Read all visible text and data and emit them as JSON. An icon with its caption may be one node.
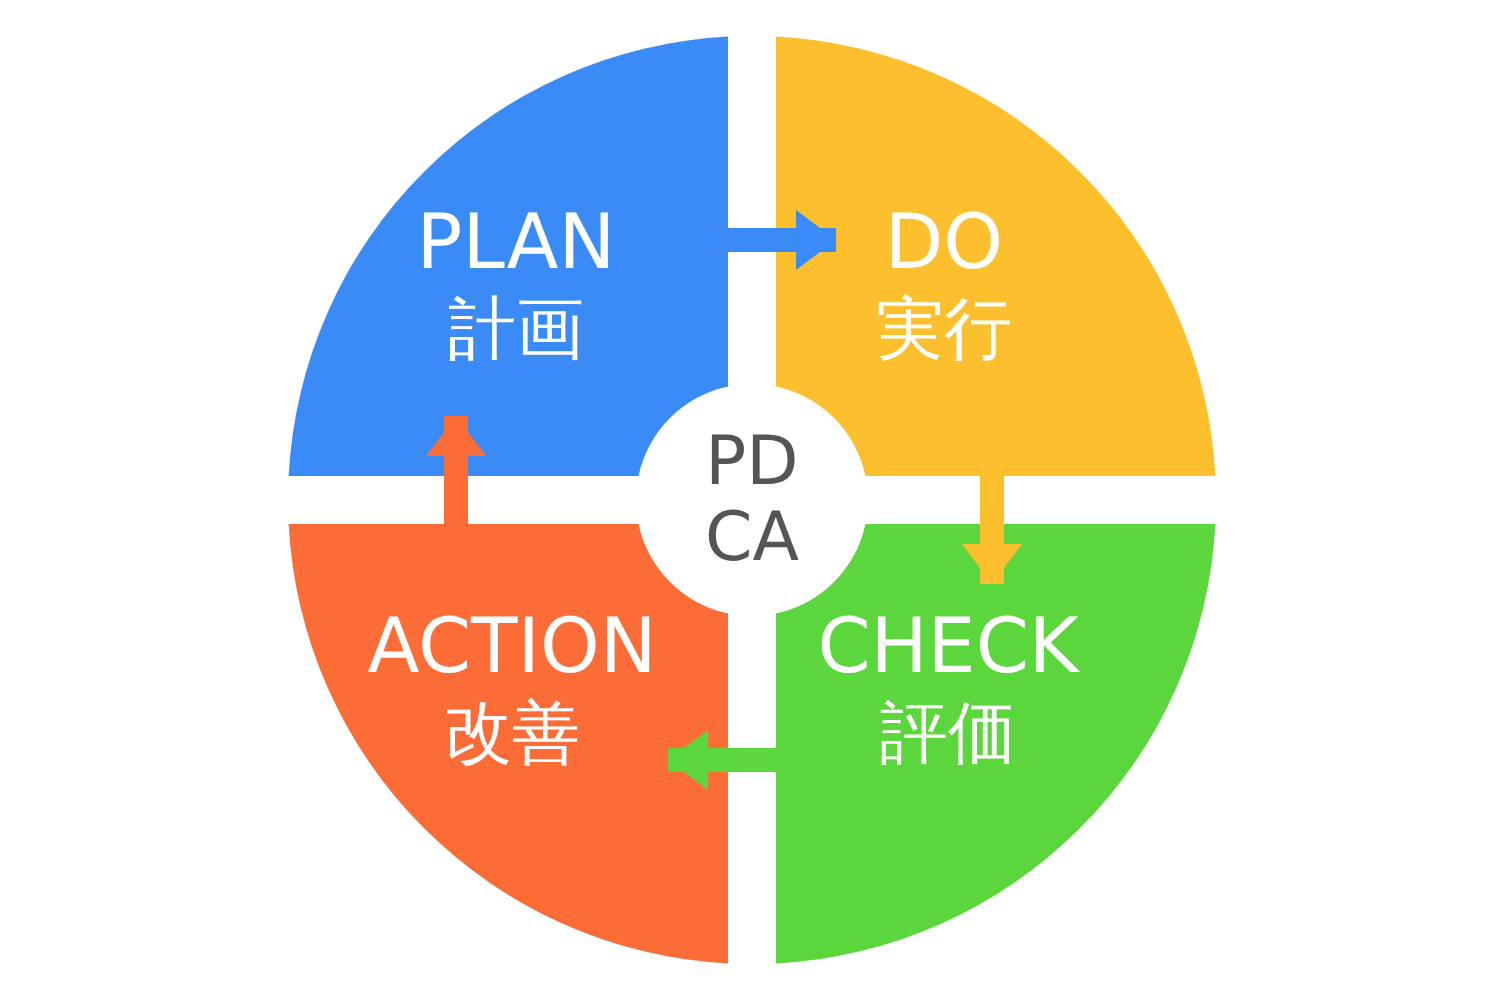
{
  "diagram": {
    "nodes": [
      {
        "text": [
          "PLAN",
          "計画"
        ]
      },
      {
        "text": [
          "DO",
          "実行"
        ]
      },
      {
        "text": [
          "CHECK",
          "評価"
        ]
      },
      {
        "text": [
          "ACTION",
          "改善"
        ]
      },
      {
        "text": [
          "PD CA"
        ]
      }
    ],
    "edges": [
      {
        "from": 0,
        "to": 1,
        "arrow": "to",
        "color": "#3b8bf6"
      },
      {
        "from": 1,
        "to": 2,
        "arrow": "to",
        "color": "#fcc02e"
      },
      {
        "from": 2,
        "to": 3,
        "arrow": "to",
        "color": "#5bd63c"
      },
      {
        "from": 3,
        "to": 0,
        "arrow": "to",
        "color": "#fb6c37"
      }
    ]
  }
}
